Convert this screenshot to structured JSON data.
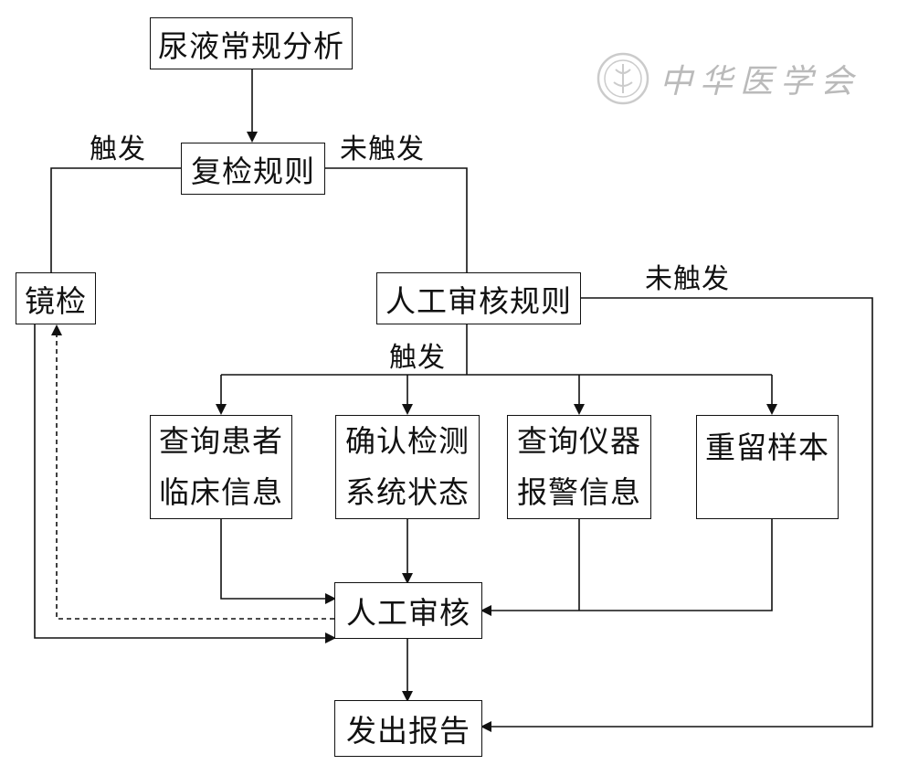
{
  "nodes": {
    "urine_analysis": "尿液常规分析",
    "recheck_rules": "复检规则",
    "microscopy": "镜检",
    "manual_review_rules": "人工审核规则",
    "query_patient_line1": "查询患者",
    "query_patient_line2": "临床信息",
    "confirm_system_line1": "确认检测",
    "confirm_system_line2": "系统状态",
    "query_alarm_line1": "查询仪器",
    "query_alarm_line2": "报警信息",
    "retain_sample": "重留样本",
    "manual_review": "人工审核",
    "issue_report": "发出报告"
  },
  "labels": {
    "triggered_left": "触发",
    "not_triggered_top": "未触发",
    "not_triggered_right": "未触发",
    "triggered_bottom": "触发"
  },
  "watermark": {
    "text": "中华医学会",
    "color": "#999999"
  }
}
